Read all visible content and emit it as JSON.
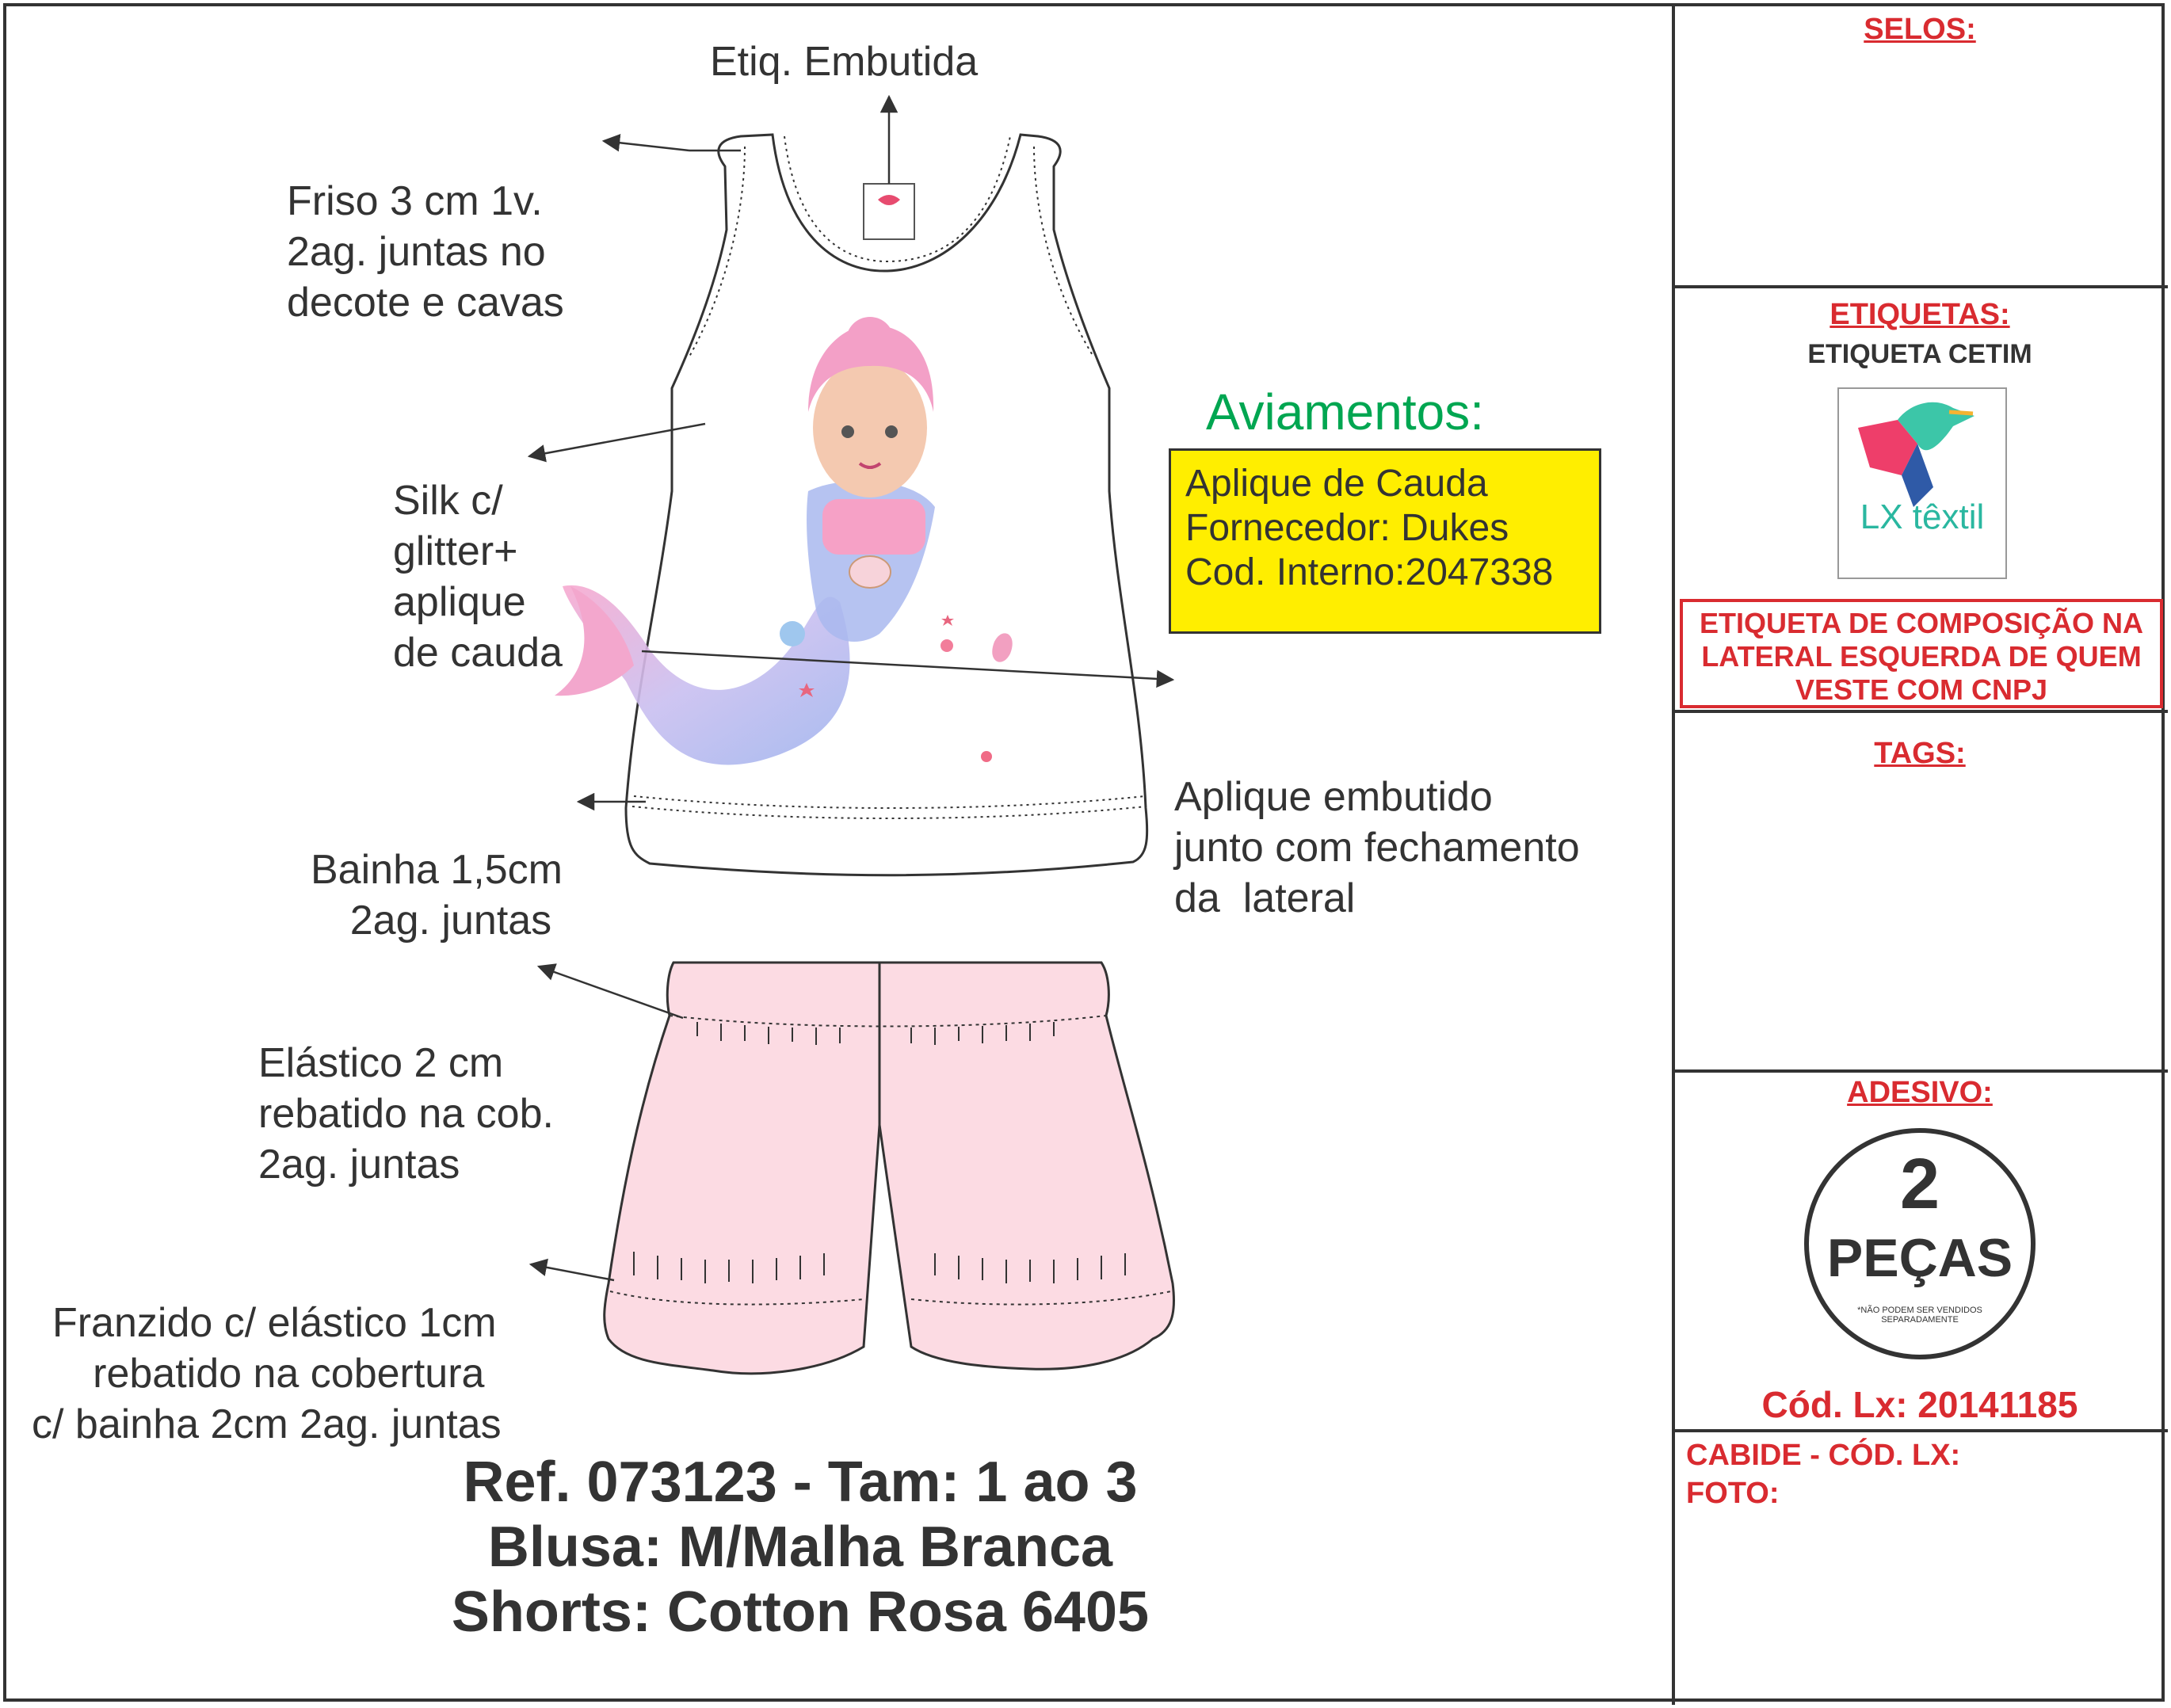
{
  "notes": {
    "etiq": "Etiq. Embutida",
    "friso": [
      "Friso 3 cm 1v.",
      "2ag. juntas no",
      "decote e cavas"
    ],
    "silk": [
      "Silk c/",
      "glitter+",
      "aplique",
      "de cauda"
    ],
    "aviamentos_title": "Aviamentos:",
    "aviamentos": [
      "Aplique de Cauda",
      "Fornecedor: Dukes",
      "Cod. Interno:2047338"
    ],
    "aplique": [
      "Aplique embutido",
      "junto com fechamento",
      "da  lateral"
    ],
    "bainha": [
      "Bainha 1,5cm",
      "2ag. juntas"
    ],
    "elastico": [
      "Elástico 2 cm",
      "rebatido na cob.",
      "2ag. juntas"
    ],
    "franzido": [
      "Franzido c/ elástico 1cm",
      "rebatido na cobertura",
      "c/ bainha 2cm 2ag. juntas"
    ]
  },
  "ref": [
    "Ref. 073123 - Tam: 1 ao 3",
    "Blusa: M/Malha Branca",
    "Shorts: Cotton Rosa 6405"
  ],
  "sidebar": {
    "selos": "SELOS:",
    "etiquetas": "ETIQUETAS:",
    "etiqueta_cetim": "ETIQUETA CETIM",
    "logo_text": "LX têxtil",
    "composicao": [
      "ETIQUETA DE COMPOSIÇÃO NA",
      "LATERAL ESQUERDA DE QUEM",
      "VESTE COM CNPJ"
    ],
    "tags": "TAGS:",
    "adesivo": "ADESIVO:",
    "seal_number": "2",
    "seal_word": "PEÇAS",
    "seal_small": "*NÃO PODEM SER VENDIDOS SEPARADAMENTE",
    "cod_lx": "Cód. Lx: 20141185",
    "cabide": "CABIDE - CÓD. LX:",
    "foto": "FOTO:"
  },
  "colors": {
    "border": "#333333",
    "red": "#d92b30",
    "green": "#00a651",
    "yellow": "#ffee00",
    "shorts_pink": "#fcdbe3"
  }
}
